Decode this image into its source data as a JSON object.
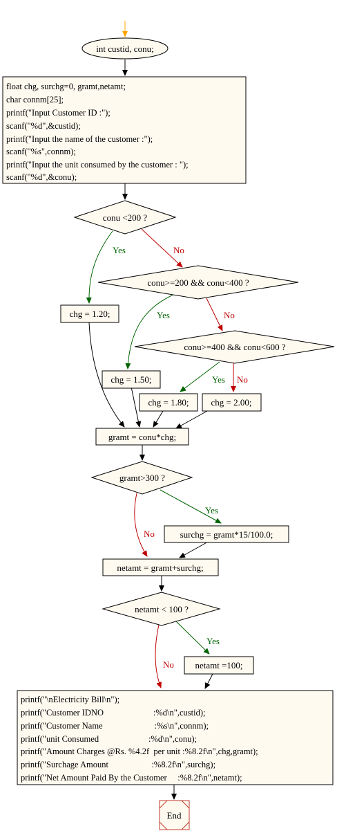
{
  "colors": {
    "node_fill": "#fffaf0",
    "stroke": "#000000",
    "yes": "#006400",
    "no": "#c00000",
    "start_arrow": "#ffa500",
    "end_border": "#c0392b"
  },
  "nodes": {
    "decl": "int custid, conu;",
    "init": [
      "float chg, surchg=0, gramt,netamt;",
      "char connm[25];",
      "printf(\"Input Customer ID :\");",
      "scanf(\"%d\",&custid);",
      "printf(\"Input the name of the customer :\");",
      "scanf(\"%s\",connm);",
      "printf(\"Input the unit consumed by the customer : \");",
      "scanf(\"%d\",&conu);"
    ],
    "cond1": "conu <200 ?",
    "cond2": "conu>=200 && conu<400 ?",
    "cond3": "conu>=400 && conu<600 ?",
    "chg120": "chg = 1.20;",
    "chg150": "chg = 1.50;",
    "chg180": "chg = 1.80;",
    "chg200": "chg = 2.00;",
    "gramt": "gramt = conu*chg;",
    "cond4": "gramt>300 ?",
    "surchg": "surchg = gramt*15/100.0;",
    "netamt": "netamt = gramt+surchg;",
    "cond5": "netamt < 100 ?",
    "netamt100": "netamt =100;",
    "print": [
      "printf(\"\\nElectricity Bill\\n\");",
      "printf(\"Customer IDNO                       :%d\\n\",custid);",
      "printf(\"Customer Name                        :%s\\n\",connm);",
      "printf(\"unit Consumed                       :%d\\n\",conu);",
      "printf(\"Amount Charges @Rs. %4.2f  per unit :%8.2f\\n\",chg,gramt);",
      "printf(\"Surchage Amount                    :%8.2f\\n\",surchg);",
      "printf(\"Net Amount Paid By the Customer     :%8.2f\\n\",netamt);"
    ],
    "end": "End"
  },
  "edge_labels": {
    "yes": "Yes",
    "no": "No"
  }
}
